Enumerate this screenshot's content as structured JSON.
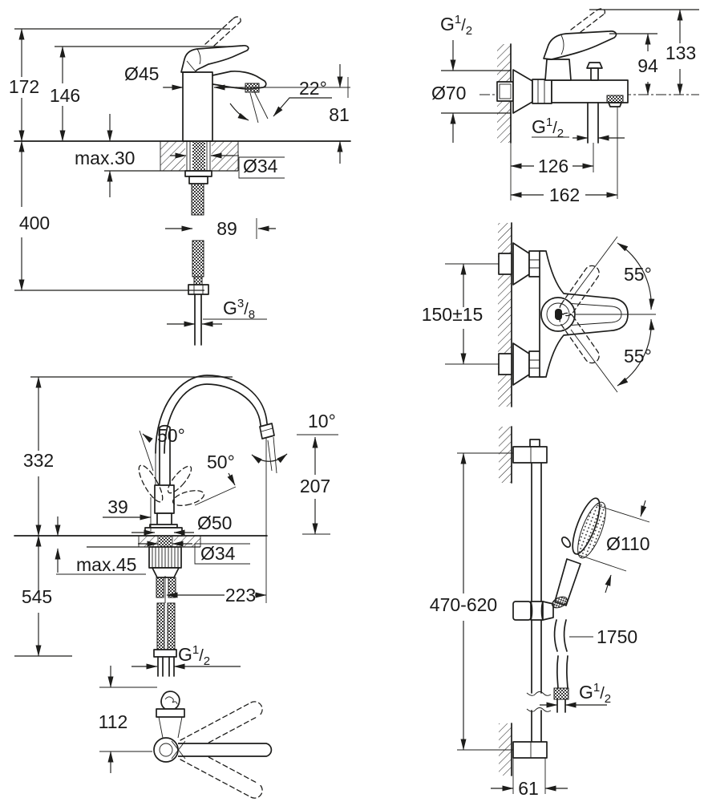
{
  "page": {
    "background": "#ffffff",
    "ink": "#1d1d1b"
  },
  "drawings": {
    "basin_mixer": {
      "labels": {
        "overall_height": "172",
        "spout_height": "146",
        "body_diameter": "Ø45",
        "spout_angle": "22°",
        "outlet_height": "81",
        "max_deck_thickness": "max.30",
        "hole_diameter": "Ø34",
        "install_depth": "400",
        "hose_spread": "89",
        "thread": {
          "prefix": "G",
          "numerator": "3",
          "slash": "/",
          "denominator": "8"
        }
      }
    },
    "bath_mixer_front": {
      "labels": {
        "top_thread": {
          "prefix": "G",
          "numerator": "1",
          "slash": "/",
          "denominator": "2"
        },
        "escutcheon_diameter": "Ø70",
        "lever_height": "94",
        "max_height": "133",
        "bottom_thread": {
          "prefix": "G",
          "numerator": "1",
          "slash": "/",
          "denominator": "2"
        },
        "depth_to_outlet": "126",
        "total_depth": "162"
      }
    },
    "bath_mixer_top": {
      "labels": {
        "connection_distance": "150±15",
        "swivel_upper": "55°",
        "swivel_lower": "55°"
      }
    },
    "kitchen_mixer": {
      "labels": {
        "overall_height": "332",
        "lever_swivel_left": "50°",
        "lever_swivel_right": "50°",
        "outlet_angle": "10°",
        "outlet_height": "207",
        "lever_offset": "39",
        "base_diameter": "Ø50",
        "hole_diameter": "Ø34",
        "max_deck_thickness": "max.45",
        "install_depth": "545",
        "spout_reach": "223",
        "thread": {
          "prefix": "G",
          "numerator": "1",
          "slash": "/",
          "denominator": "2"
        },
        "spout_depth": "112"
      }
    },
    "shower_set": {
      "labels": {
        "head_diameter": "Ø110",
        "rail_adjust": "470-620",
        "hose_length": "1750",
        "thread": {
          "prefix": "G",
          "numerator": "1",
          "slash": "/",
          "denominator": "2"
        },
        "wall_offset": "61"
      }
    }
  }
}
